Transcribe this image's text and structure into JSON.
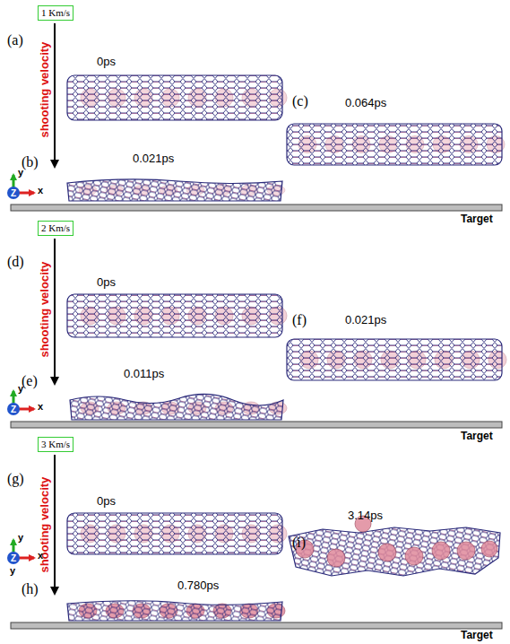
{
  "diagram": {
    "nodes": [
      {
        "text": [
          "1 Km/s"
        ]
      },
      {
        "text": [
          "2 Km/s"
        ]
      },
      {
        "text": [
          "3 Km/s"
        ]
      }
    ],
    "labels": [
      "(a)",
      "shooting velocity",
      "0ps",
      "(c)",
      "0.064ps",
      "(b)",
      "0.021ps",
      "y",
      "Z",
      "x",
      "Target",
      "(d)",
      "shooting velocity",
      "0ps",
      "(f)",
      "0.021ps",
      "(e)",
      "0.011ps",
      "y",
      "Z",
      "x",
      "Target",
      "(g)",
      "shooting velocity",
      "0ps",
      "(i)",
      "3.14ps",
      "(h)",
      "0.780ps",
      "y",
      "Z",
      "x",
      "y",
      "Target"
    ]
  }
}
